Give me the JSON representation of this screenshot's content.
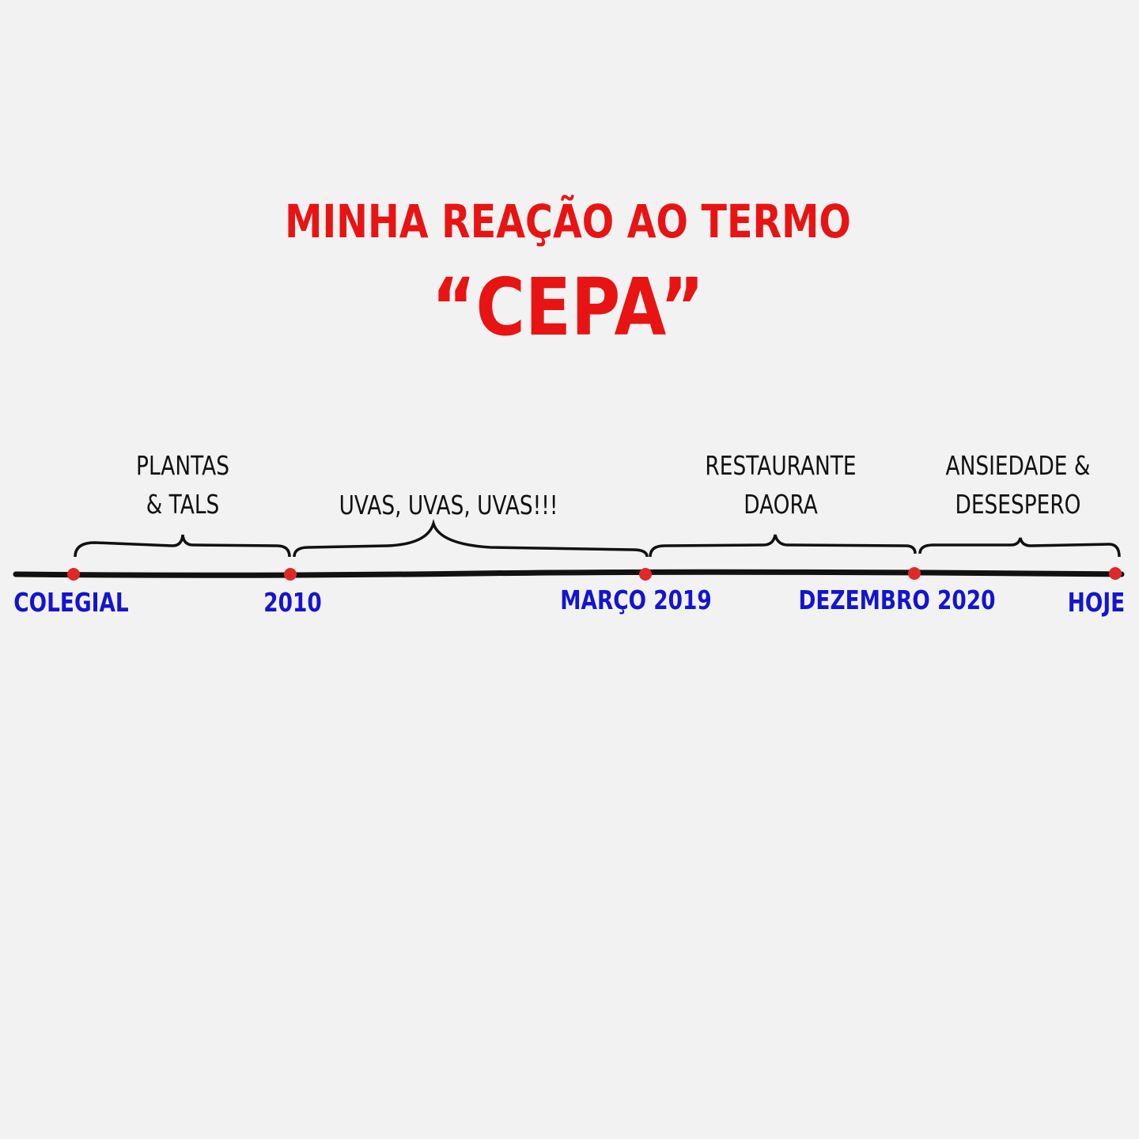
{
  "title": {
    "line1": "MINHA REAÇÃO AO TERMO",
    "line2": "“CEPA”"
  },
  "timeline": {
    "points": [
      "COLEGIAL",
      "2010",
      "MARÇO 2019",
      "DEZEMBRO 2020",
      "HOJE"
    ],
    "periods": [
      {
        "line1": "PLANTAS",
        "line2": "& TALS"
      },
      {
        "line1": "UVAS, UVAS, UVAS!!!"
      },
      {
        "line1": "RESTAURANTE",
        "line2": "DAORA"
      },
      {
        "line1": "ANSIEDADE &",
        "line2": "DESESPERO"
      }
    ]
  },
  "colors": {
    "title": "#e81414",
    "point_label": "#1414d0",
    "dot": "#e02828",
    "line": "#111111",
    "background": "#f2f2f2"
  }
}
